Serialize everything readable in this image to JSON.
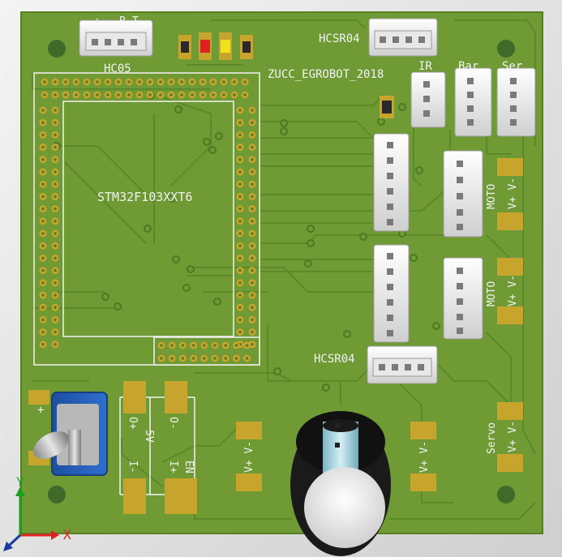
{
  "board": {
    "project_label": "ZUCC_EGROBOT_2018",
    "mcu_label": "STM32F103XXT6",
    "hc05": {
      "label": "HC05",
      "pin_labels": "+ - R T"
    },
    "hcsr04_top": "HCSR04",
    "hcsr04_bottom": "HCSR04",
    "connectors": {
      "ir": "IR",
      "bar": "Bar",
      "ser": "Ser"
    },
    "moto_1": {
      "label": "MOTO",
      "pins": "V+ V-"
    },
    "moto_2": {
      "label": "MOTO",
      "pins": "V+ V-"
    },
    "servo": {
      "label": "Servo",
      "pins": "V+ V-"
    },
    "power_left": {
      "o_plus": "O+",
      "o_minus": "O-",
      "i_minus": "I-",
      "i_plus": "I+",
      "v5": "5V",
      "en": "EN"
    },
    "pad_a": "V+ V-",
    "pad_b": "V+ V-",
    "switch_plus": "+"
  },
  "axes": {
    "x": "X",
    "y": "Y"
  },
  "colors": {
    "pcb": "#6f9a34",
    "pcb_edge": "#5d8628",
    "trace": "#5e8a2c",
    "pad": "#c7a52d",
    "silk": "#f2f2f2",
    "led_red": "#e02020",
    "led_yellow": "#f2e21a"
  }
}
